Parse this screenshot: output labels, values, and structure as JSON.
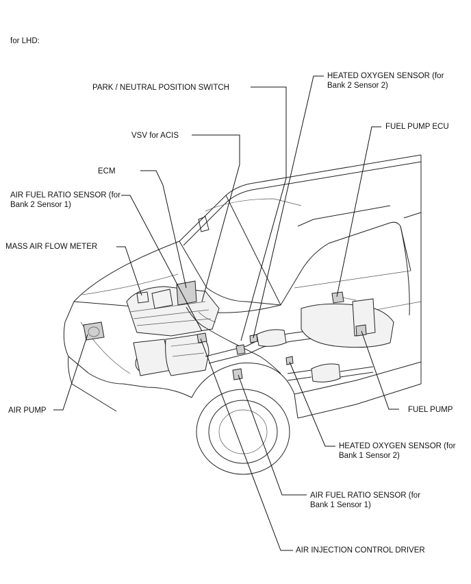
{
  "header": {
    "note": "for LHD:"
  },
  "labels": {
    "park_neutral": "PARK / NEUTRAL POSITION SWITCH",
    "vsv_acis": "VSV for ACIS",
    "ecm": "ECM",
    "af_bank2_line1": "AIR FUEL RATIO SENSOR (for",
    "af_bank2_line2": "Bank 2 Sensor 1)",
    "maf": "MASS AIR FLOW METER",
    "air_pump": "AIR PUMP",
    "ho2_bank2_line1": "HEATED OXYGEN SENSOR (for",
    "ho2_bank2_line2": "Bank 2 Sensor 2)",
    "fuel_pump_ecu": "FUEL PUMP ECU",
    "fuel_pump": "FUEL PUMP",
    "ho2_bank1_line1": "HEATED OXYGEN SENSOR (for",
    "ho2_bank1_line2": "Bank 1 Sensor 2)",
    "af_bank1_line1": "AIR FUEL RATIO SENSOR (for",
    "af_bank1_line2": "Bank 1 Sensor 1)",
    "air_injection_driver": "AIR INJECTION CONTROL DRIVER"
  }
}
